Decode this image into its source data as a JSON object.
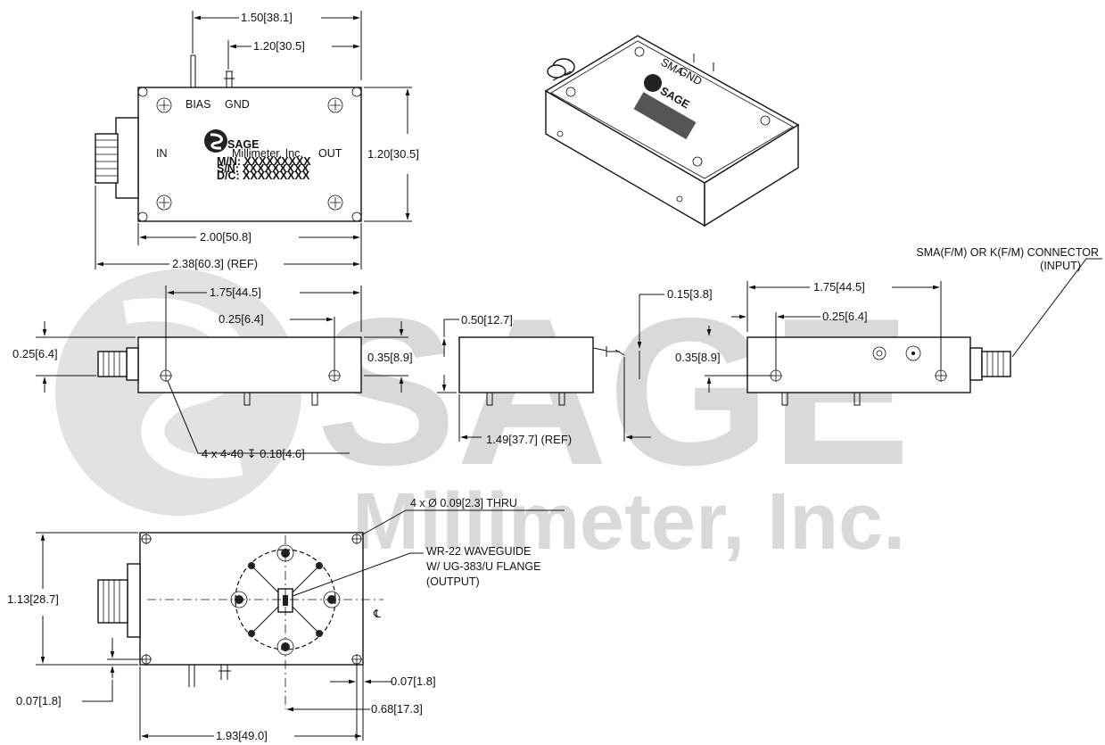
{
  "watermark": {
    "line1": "SAGE",
    "line2": "Millimeter, Inc."
  },
  "top_view": {
    "labels": {
      "in": "IN",
      "out": "OUT",
      "bias": "BIAS",
      "gnd": "GND"
    },
    "logo": {
      "name": "SAGE",
      "sub": "Millimeter, Inc.",
      "lines": [
        "M/N: XXXXXXXXX",
        "S/N: XXXXXXXXX",
        "D/C: XXXXXXXXX"
      ]
    },
    "dims": {
      "bias_span": "1.50[38.1]",
      "gnd_span": "1.20[30.5]",
      "height": "1.20[30.5]",
      "body_width": "2.00[50.8]",
      "overall_width": "2.38[60.3] (REF)"
    }
  },
  "iso_view": {
    "labels": {
      "sma": "SMA",
      "gnd": "GND"
    }
  },
  "side_view": {
    "dims": {
      "hole_span": "1.75[44.5]",
      "hole_offset": "0.25[6.4]",
      "left_height": "0.25[6.4]",
      "right_height": "0.35[8.9]",
      "tap": "4 x 4-40 ↧ 0.18[4.6]"
    }
  },
  "end_view": {
    "dims": {
      "height": "0.50[12.7]",
      "pin": "0.15[3.8]",
      "overall": "1.49[37.7] (REF)"
    }
  },
  "right_view": {
    "callout": "SMA(F/M) OR K(F/M) CONNECTOR\n(INPUT)",
    "callout_line1": "SMA(F/M) OR K(F/M) CONNECTOR",
    "callout_line2": "(INPUT)",
    "dims": {
      "hole_span": "1.75[44.5]",
      "hole_offset": "0.25[6.4]",
      "left_height": "0.35[8.9]"
    }
  },
  "bottom_view": {
    "holes": "4 x Ø 0.09[2.3] THRU",
    "waveguide_line1": "WR-22 WAVEGUIDE",
    "waveguide_line2": "W/ UG-383/U FLANGE",
    "waveguide_line3": "(OUTPUT)",
    "centerline": "℄",
    "dims": {
      "height": "1.13[28.7]",
      "bottom_offset": "0.07[1.8]",
      "right_offset": "0.07[1.8]",
      "flange_offset": "0.68[17.3]",
      "width": "1.93[49.0]"
    }
  }
}
